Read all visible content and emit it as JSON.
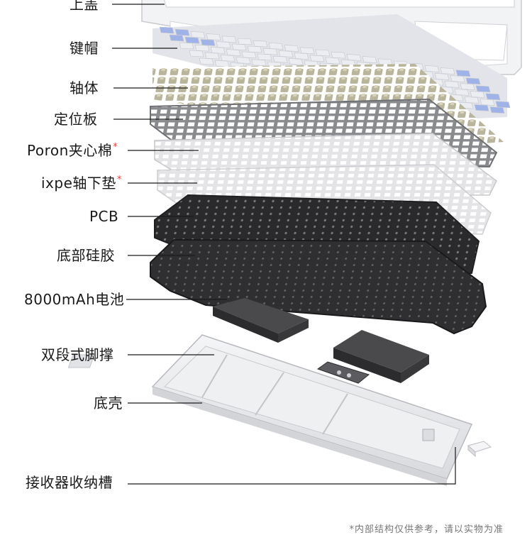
{
  "labels": {
    "top_cover": "上盖",
    "keycaps": "键帽",
    "switches": "轴体",
    "plate": "定位板",
    "poron_foam": "Poron夹心棉",
    "ixpe_pad": "ixpe轴下垫",
    "pcb": "PCB",
    "bottom_silicone": "底部硅胶",
    "battery": "8000mAh电池",
    "feet": "双段式脚撑",
    "bottom_case": "底壳",
    "receiver_slot": "接收器收纳槽"
  },
  "asterisk": "*",
  "footnote": "*内部结构仅供参考，请以实物为准",
  "colors": {
    "keycap_white": "#ecedf1",
    "keycap_blue": "#9fb3e8",
    "keycap_purple": "#8f89e0",
    "switch": "#b6b39b",
    "plate": "#7f8083",
    "foam": "#e9e9eb",
    "pcb": "#2b2b2d",
    "case": "#e6e7ea",
    "accent": "#e0463c"
  }
}
